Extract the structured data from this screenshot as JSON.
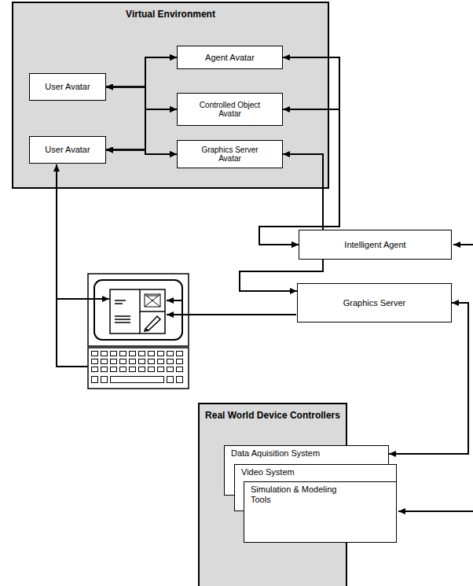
{
  "diagram": {
    "nodes": [
      {
        "text": [
          "Virtual Environment"
        ]
      },
      {
        "text": [
          "User Avatar"
        ],
        "in": 0
      },
      {
        "text": [
          "User Avatar"
        ],
        "in": 0
      },
      {
        "text": [
          "Agent Avatar"
        ],
        "in": 0
      },
      {
        "text": [
          "Controlled Object Avatar"
        ],
        "in": 0
      },
      {
        "text": [
          "Graphics Server Avatar"
        ],
        "in": 0
      },
      {
        "text": [
          "Intelligent Agent"
        ]
      },
      {
        "text": [
          "Graphics Server"
        ]
      },
      {
        "text": [
          "Real World Device Controllers"
        ]
      },
      {
        "text": [
          "Data Aquisition System"
        ],
        "in": 8
      },
      {
        "text": [
          "Video System"
        ],
        "in": 8
      },
      {
        "text": [
          "Simulation & Modeling Tools"
        ],
        "in": 8
      }
    ],
    "edges": [
      {
        "from": 1,
        "to": 3,
        "arrow": "both"
      },
      {
        "from": 1,
        "to": 4,
        "arrow": "both"
      },
      {
        "from": 1,
        "to": 5,
        "arrow": "both"
      },
      {
        "from": 2,
        "to": 3,
        "arrow": "both"
      },
      {
        "from": 2,
        "to": 4,
        "arrow": "both"
      },
      {
        "from": 2,
        "to": 5,
        "arrow": "both"
      },
      {
        "from": 3,
        "to": 6,
        "arrow": "both"
      },
      {
        "from": 4,
        "to": 6,
        "arrow": "both"
      },
      {
        "from": 5,
        "to": 7,
        "arrow": "both"
      },
      {
        "from": 7,
        "to": 9,
        "arrow": "both"
      }
    ]
  }
}
